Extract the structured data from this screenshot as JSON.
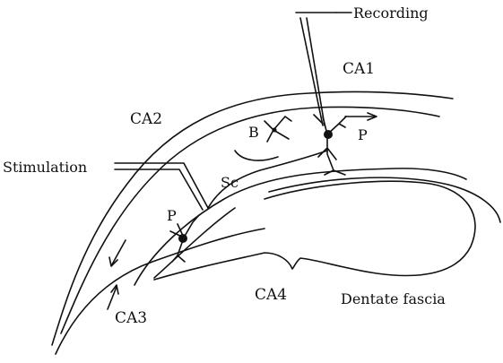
{
  "labels": {
    "recording": "Recording",
    "ca1": "CA1",
    "ca2": "CA2",
    "b": "B",
    "p_ca1": "P",
    "stimulation": "Stimulation",
    "sc": "Sc",
    "p_ca3": "P",
    "ca4": "CA4",
    "dentate": "Dentate fascia",
    "ca3": "CA3"
  },
  "colors": {
    "ink": "#111111",
    "background": "#ffffff"
  }
}
